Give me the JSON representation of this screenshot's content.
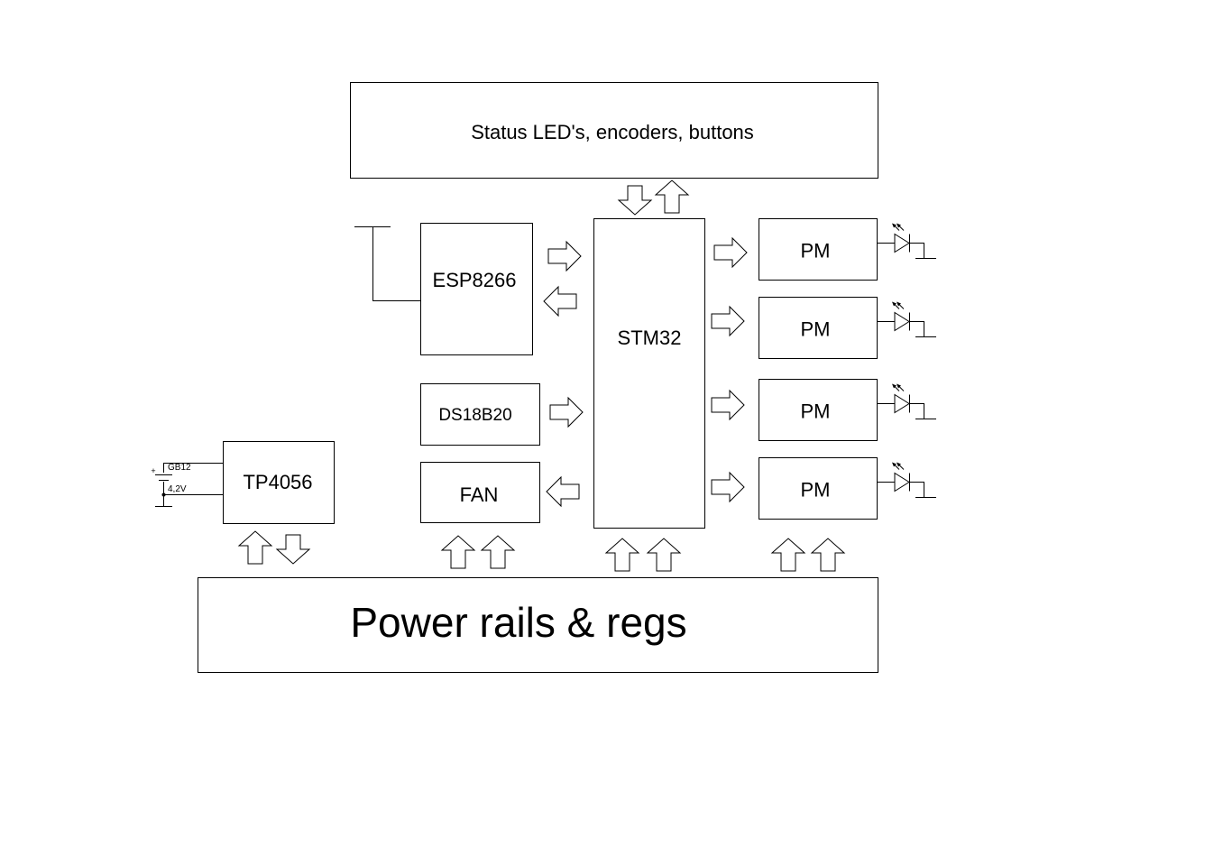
{
  "blocks": {
    "status": "Status LED's, encoders, buttons",
    "esp": "ESP8266",
    "stm": "STM32",
    "ds": "DS18B20",
    "fan": "FAN",
    "tp": "TP4056",
    "power": "Power rails & regs",
    "pm": [
      "PM",
      "PM",
      "PM",
      "PM"
    ]
  },
  "battery": {
    "ref": "GB12",
    "voltage": "4,2V",
    "plus": "+"
  },
  "icons": {
    "arrow": "block-arrow-icon",
    "led": "led-diode-icon",
    "ground": "ground-symbol-icon",
    "antenna": "antenna-icon",
    "battery": "battery-icon"
  }
}
